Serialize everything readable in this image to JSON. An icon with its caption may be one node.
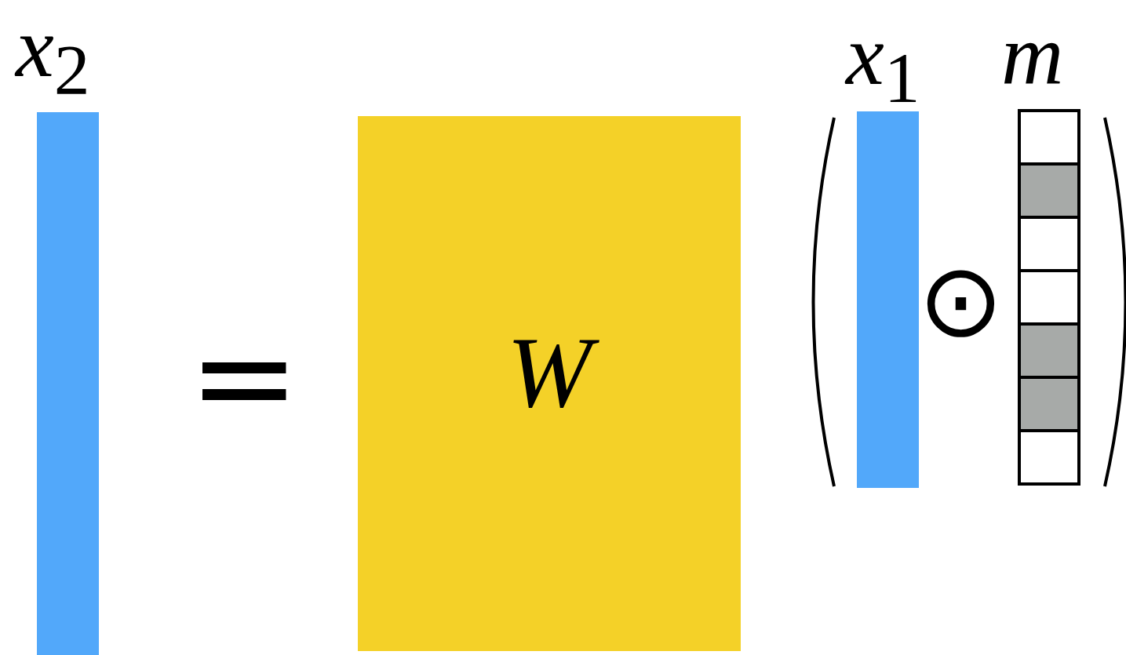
{
  "diagram": {
    "nodes": [
      {
        "text": [
          "*x*$_{2}$"
        ]
      },
      {
        "text": [
          "W"
        ]
      },
      {
        "text": [
          "*x*$_{1}$"
        ]
      },
      {
        "text": [
          "m"
        ]
      },
      {
        "text": [],
        "shape": "box",
        "in": 3
      },
      {
        "text": [],
        "shape": "box",
        "in": 3
      },
      {
        "text": [],
        "shape": "box",
        "in": 3
      },
      {
        "text": [],
        "shape": "box",
        "in": 3
      },
      {
        "text": [],
        "shape": "box",
        "in": 3
      },
      {
        "text": [],
        "shape": "box",
        "in": 3
      },
      {
        "text": [],
        "shape": "box",
        "in": 3
      }
    ],
    "labels": [
      "=",
      "⊙"
    ]
  }
}
